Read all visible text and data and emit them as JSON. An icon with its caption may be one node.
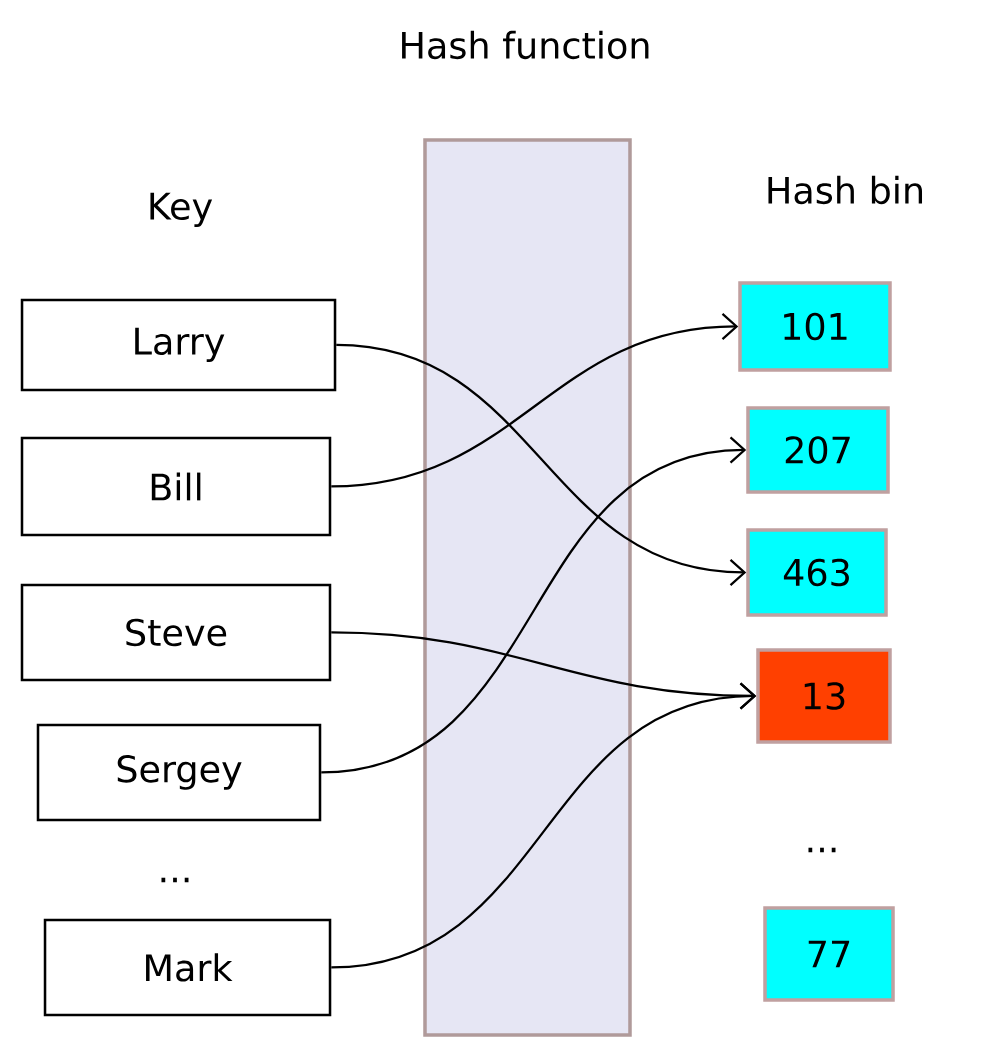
{
  "diagram": {
    "nodes": [
      {
        "text": [
          "Larry"
        ]
      },
      {
        "text": [
          "Bill"
        ]
      },
      {
        "text": [
          "Steve"
        ]
      },
      {
        "text": [
          "Sergey"
        ]
      },
      {
        "text": [
          "Mark"
        ]
      },
      {
        "text": [
          "101"
        ]
      },
      {
        "text": [
          "207"
        ]
      },
      {
        "text": [
          "463"
        ]
      },
      {
        "text": [
          "13"
        ]
      },
      {
        "text": [
          "77"
        ]
      }
    ],
    "edges": [
      {
        "from": 0,
        "to": 7,
        "arrow": "to"
      },
      {
        "from": 1,
        "to": 5,
        "arrow": "to"
      },
      {
        "from": 2,
        "to": 8,
        "arrow": "to"
      },
      {
        "from": 3,
        "to": 6,
        "arrow": "to"
      },
      {
        "from": 4,
        "to": 8,
        "arrow": "to"
      }
    ],
    "labels": [
      "Hash function",
      "Key",
      "Hash bin",
      "...",
      "..."
    ]
  }
}
